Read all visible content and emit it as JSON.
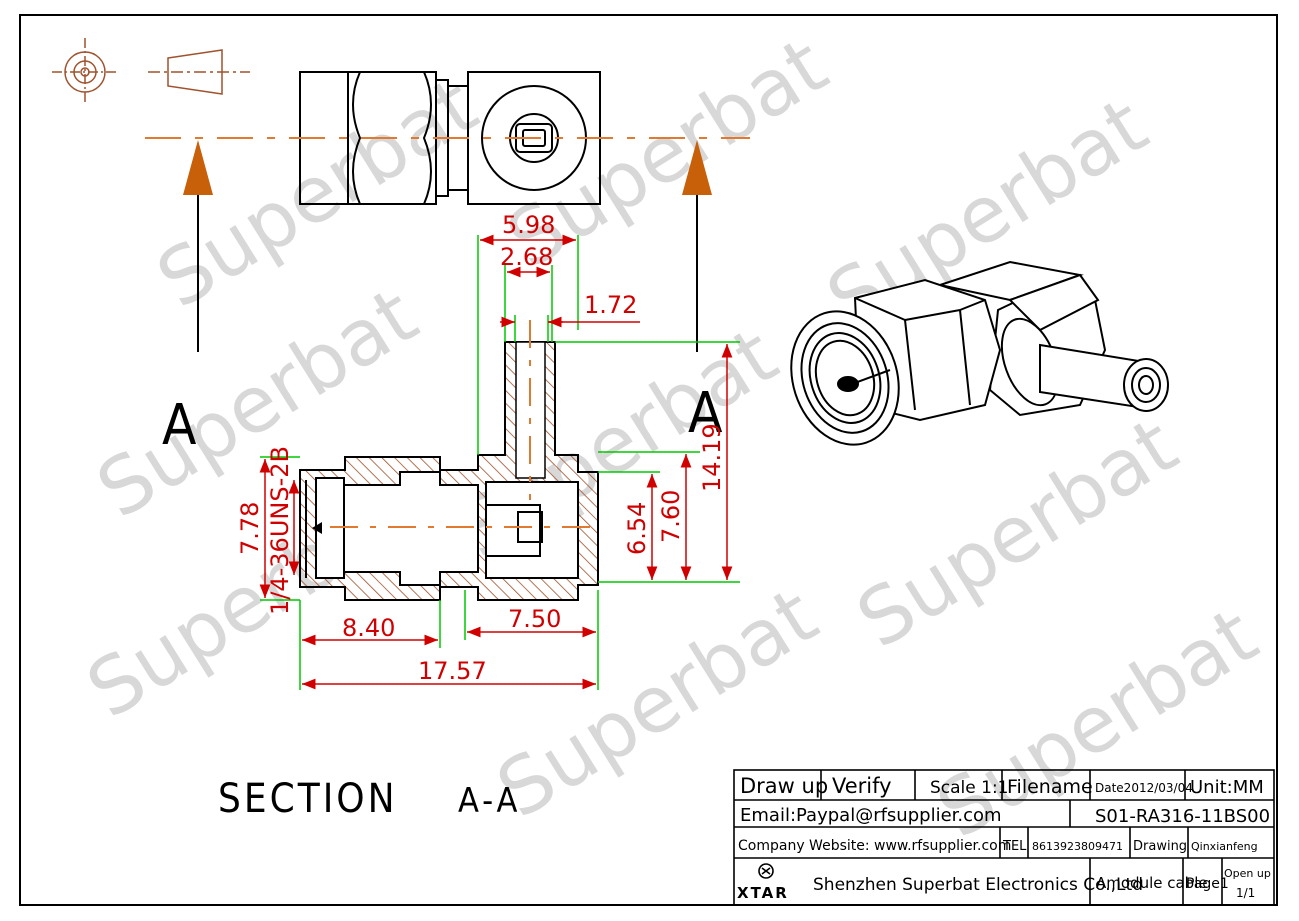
{
  "watermark": "Superbat",
  "section_marker": "A",
  "section_title": "SECTION",
  "section_id": "A-A",
  "dimensions": {
    "d598": "5.98",
    "d268": "2.68",
    "d172": "1.72",
    "d1419": "14.19",
    "d760": "7.60",
    "d654": "6.54",
    "d778": "7.78",
    "thread": "1/4-36UNS-2B",
    "d840": "8.40",
    "d750": "7.50",
    "d1757": "17.57"
  },
  "title_block": {
    "draw_up": "Draw up",
    "verify": "Verify",
    "scale": "Scale 1:1",
    "filename": "Filename",
    "date": "Date2012/03/04",
    "unit": "Unit:MM",
    "email": "Email:Paypal@rfsupplier.com",
    "part_no": "S01-RA316-11BS00",
    "website": "Company Website:  www.rfsupplier.com",
    "tel_label": "TEL",
    "tel": "8613923809471",
    "drawing_label": "Drawing",
    "drawer": "Qinxianfeng",
    "logo_text": "XTAR",
    "company": "Shenzhen Superbat Electronics Co.,Ltd",
    "cable": "Amodule cable",
    "page": "Page1",
    "open_up": "Open up",
    "open_up_ratio": "1/1"
  },
  "colors": {
    "outline": "#000000",
    "dimension": "#d10000",
    "extension": "#00c800",
    "hatch": "#a0522d",
    "centerline": "#e07a30",
    "arrow": "#c8600a",
    "watermark": "#d8d8d8"
  }
}
